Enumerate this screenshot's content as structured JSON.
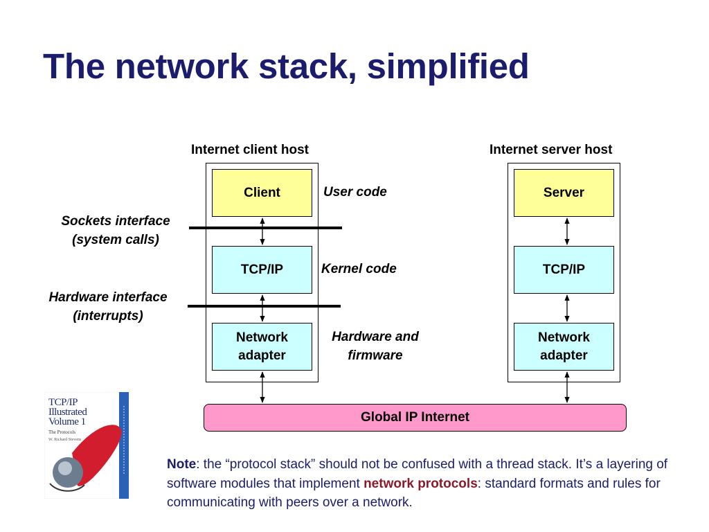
{
  "slide": {
    "title": "The network stack, simplified"
  },
  "diagram": {
    "client_host_label": "Internet client host",
    "server_host_label": "Internet server host",
    "client_box": "Client",
    "server_box": "Server",
    "client_tcpip": "TCP/IP",
    "server_tcpip": "TCP/IP",
    "client_adapter": "Network adapter",
    "server_adapter": "Network adapter",
    "user_code_label": "User code",
    "kernel_code_label": "Kernel code",
    "hw_firmware_label": "Hardware and firmware",
    "sockets_interface_label": "Sockets interface (system calls)",
    "hardware_interface_label": "Hardware interface (interrupts)",
    "internet_label": "Global IP Internet",
    "colors": {
      "app_box": "#ffff99",
      "kernel_box": "#ccffff",
      "internet": "#ff99cc",
      "title": "#1b1c6b"
    }
  },
  "book": {
    "title_lines": [
      "TCP/IP",
      "Illustrated",
      "Volume 1"
    ],
    "subtitle": "The Protocols",
    "author": "W. Richard Stevens"
  },
  "note": {
    "lead": "Note",
    "text1": ": the “protocol stack” should not be confused with a thread stack.  It’s a layering of software modules that implement ",
    "highlight": "network protocols",
    "text2": ": standard formats and rules for communicating with peers over a network."
  }
}
